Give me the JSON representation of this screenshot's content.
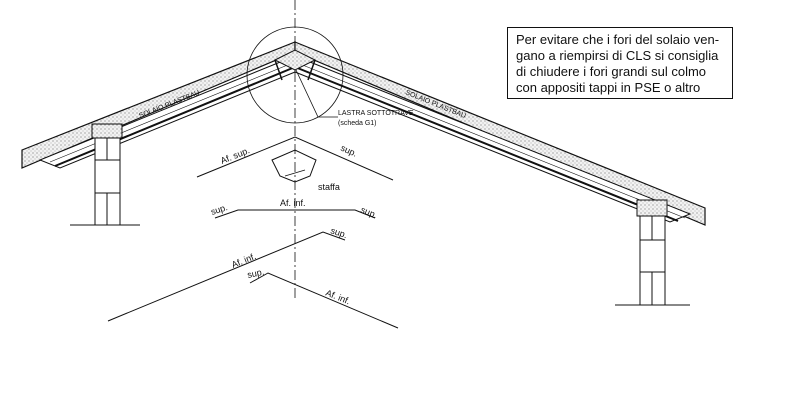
{
  "note": {
    "lines": [
      "Per evitare che i fori del solaio ven-",
      "gano a riempirsi di CLS si consiglia",
      "di chiudere i fori grandi sul colmo",
      "con appositi tappi in PSE o altro"
    ]
  },
  "labels": {
    "solaio_left": "SOLAIO PLASTBAU",
    "solaio_right": "SOLAIO PLASTBAU",
    "lastra_1": "LASTRA SOTTOTRAVE",
    "lastra_2": "(scheda G1)",
    "af_sup": "Af. sup.",
    "sup_1": "sup.",
    "staffa": "staffa",
    "sup_2": "sup.",
    "af_inf_1": "Af. inf.",
    "sup_3": "sup.",
    "sup_4": "sup.",
    "af_inf_2": "Af. inf.",
    "sup_5": "sup.",
    "af_inf_3": "Af. inf."
  },
  "colors": {
    "ink": "#111111",
    "fill": "#dcdcdc"
  }
}
